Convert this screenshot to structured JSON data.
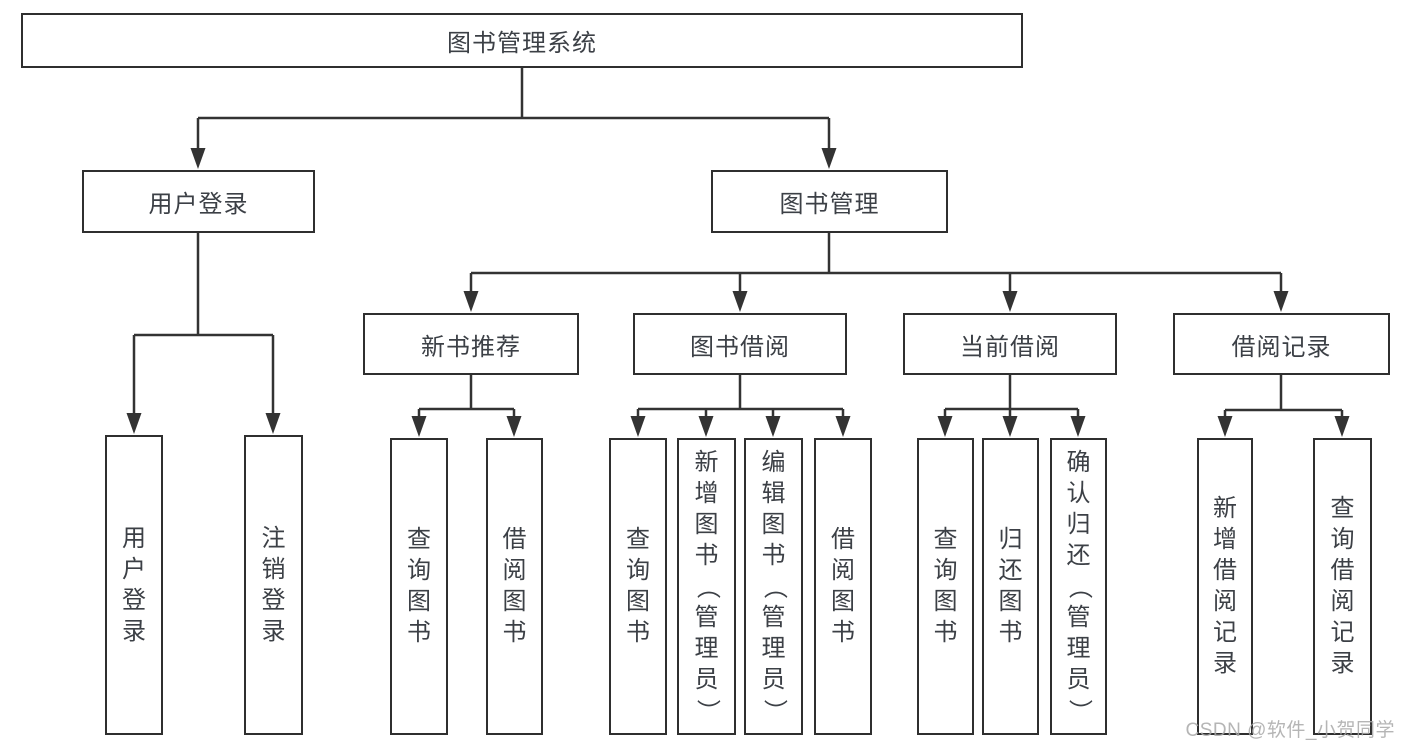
{
  "diagram": {
    "title": "图书管理系统",
    "watermark": "CSDN @软件_小贺同学",
    "colors": {
      "line": "#333333",
      "box_border": "#2f2f2f",
      "text": "#3c4046",
      "watermark": "#a9a9a9",
      "background": "#ffffff"
    },
    "tree": {
      "label": "图书管理系统",
      "children": [
        {
          "label": "用户登录",
          "children": [
            {
              "label": "用户登录"
            },
            {
              "label": "注销登录"
            }
          ]
        },
        {
          "label": "图书管理",
          "children": [
            {
              "label": "新书推荐",
              "children": [
                {
                  "label": "查询图书"
                },
                {
                  "label": "借阅图书"
                }
              ]
            },
            {
              "label": "图书借阅",
              "children": [
                {
                  "label": "查询图书"
                },
                {
                  "label": "新增图书（管理员）"
                },
                {
                  "label": "编辑图书（管理员）"
                },
                {
                  "label": "借阅图书"
                }
              ]
            },
            {
              "label": "当前借阅",
              "children": [
                {
                  "label": "查询图书"
                },
                {
                  "label": "归还图书"
                },
                {
                  "label": "确认归还（管理员）"
                }
              ]
            },
            {
              "label": "借阅记录",
              "children": [
                {
                  "label": "新增借阅记录"
                },
                {
                  "label": "查询借阅记录"
                }
              ]
            }
          ]
        }
      ]
    }
  }
}
